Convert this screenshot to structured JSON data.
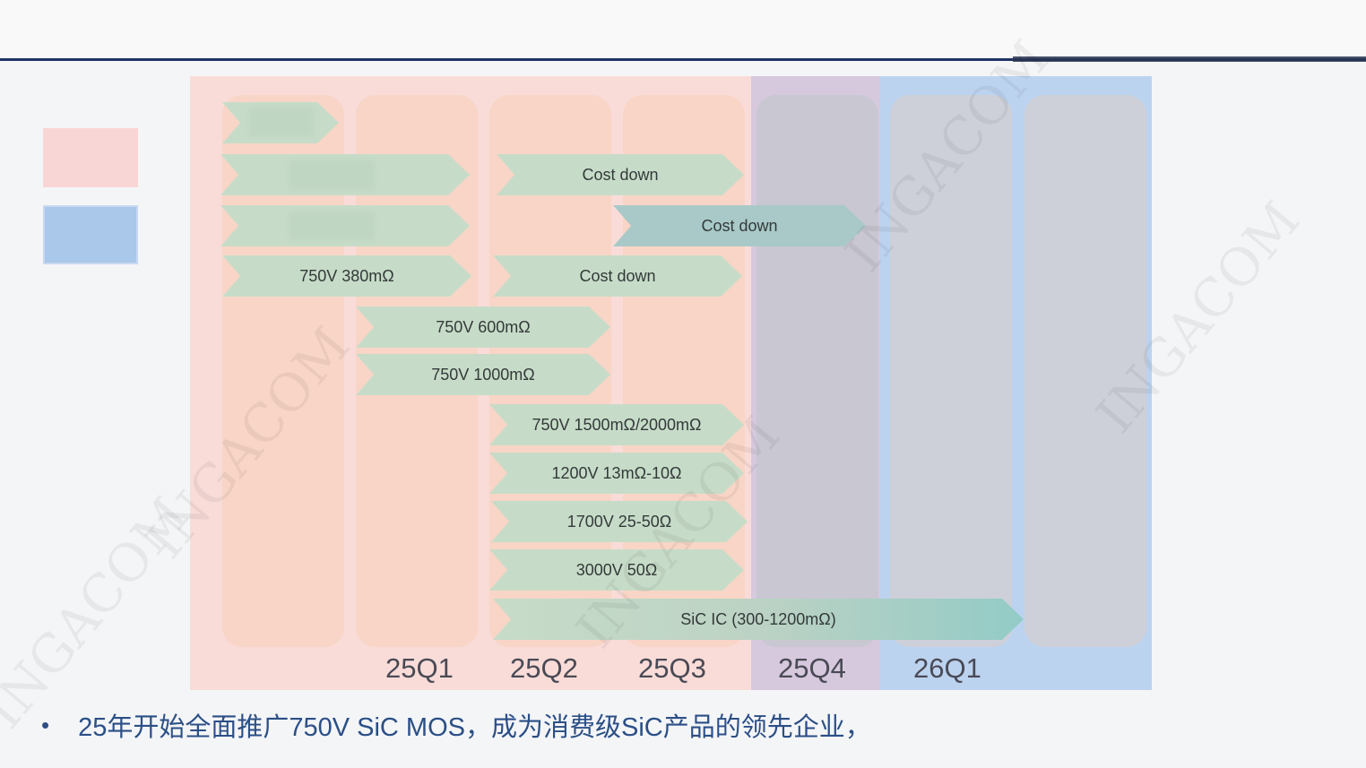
{
  "quarters": [
    "25Q1",
    "25Q2",
    "25Q3",
    "25Q4",
    "26Q1"
  ],
  "arrows": {
    "cost_down_1": "Cost down",
    "cost_down_2": "Cost down",
    "cost_down_3": "Cost down",
    "a750_380": "750V 380mΩ",
    "a750_600": "750V 600mΩ",
    "a750_1000": "750V 1000mΩ",
    "a750_1500": "750V 1500mΩ/2000mΩ",
    "a1200": "1200V 13mΩ-10Ω",
    "a1700": "1700V 25-50Ω",
    "a3000": "3000V 50Ω",
    "sic_ic": "SiC IC (300-1200mΩ)"
  },
  "bullet": "25年开始全面推广750V SiC MOS，成为消费级SiC产品的领先企业，",
  "watermark": "INGACOM",
  "colors": {
    "rule": "#1f3364",
    "bullet_text": "#2b4f86",
    "arrow_green": "#c7dcc8"
  }
}
